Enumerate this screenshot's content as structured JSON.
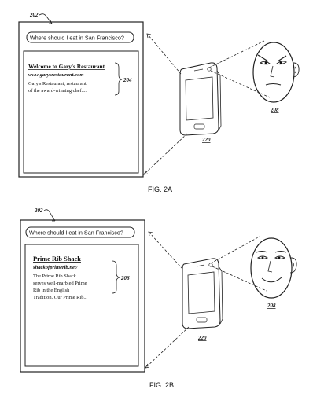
{
  "figures": [
    {
      "caption": "FIG. 2A",
      "window_ref": "202",
      "query": "Where should I eat in San Francisco?",
      "result": {
        "title": "Welcome to Gary's Restaurant",
        "url": "www.garysrestaurant.com",
        "snippet_lines": [
          "Gary's Restaurant, restaurant",
          "of the award-winning chef...."
        ]
      },
      "result_ref": "204",
      "device_ref": "220",
      "face_ref": "208",
      "face_expression": "frowning"
    },
    {
      "caption": "FIG. 2B",
      "window_ref": "202",
      "query": "Where should I eat in San Francisco?",
      "result": {
        "title": "Prime Rib Shack",
        "url": "shackofprimerib.net/",
        "snippet_lines": [
          "The Prime Rib Shack",
          "serves well-marbled Prime",
          "Rib in the English",
          "Tradition. Our Prime Rib..."
        ]
      },
      "result_ref": "206",
      "device_ref": "220",
      "face_ref": "208",
      "face_expression": "smiling"
    }
  ]
}
